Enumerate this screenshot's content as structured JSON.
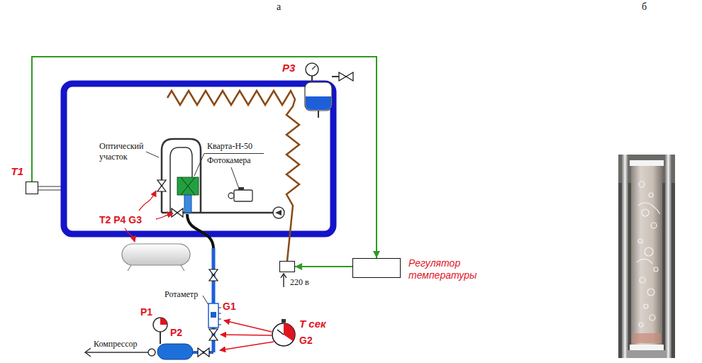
{
  "diagram": {
    "nodes": [
      {
        "text": [
          "T1"
        ]
      },
      {
        "text": [
          "Регулятор температуры"
        ]
      },
      {
        "text": [
          "220 в"
        ]
      }
    ],
    "edges": [
      {
        "from": 0,
        "to": 1,
        "arrow": "to"
      },
      {
        "from": 1,
        "to": 2,
        "arrow": "to"
      }
    ],
    "labels": [
      "а",
      "б",
      "Оптический участок",
      "Кварта-Н-50",
      "Фотокамера",
      "P3",
      "T2 P4 G3",
      "Ротаметр",
      "G1",
      "P1",
      "P2",
      "Компрессор",
      "T сек",
      "G2"
    ]
  }
}
